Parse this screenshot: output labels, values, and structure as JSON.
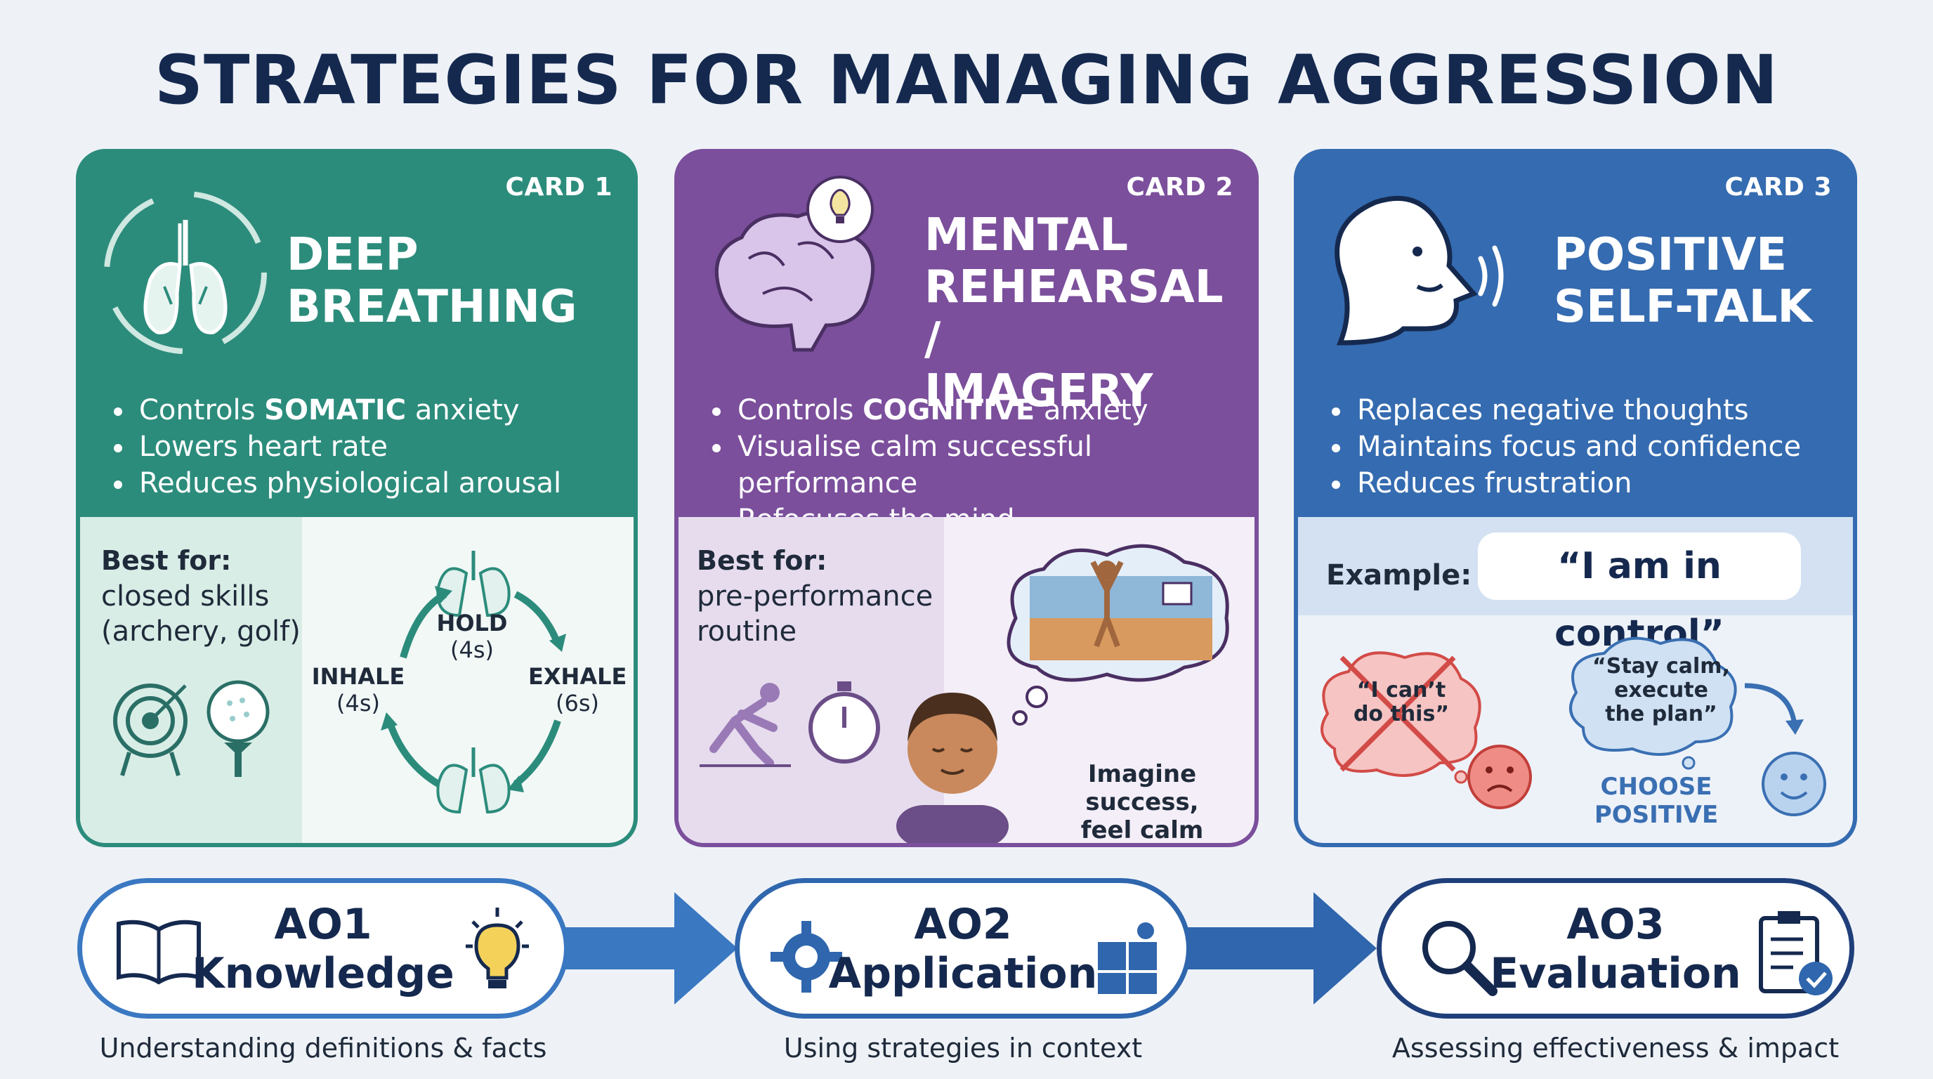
{
  "title": "STRATEGIES FOR MANAGING AGGRESSION",
  "cards": [
    {
      "label": "CARD 1",
      "title": "DEEP\nBREATHING",
      "bullets": [
        {
          "pre": "Controls ",
          "bold": "SOMATIC",
          "post": " anxiety"
        },
        {
          "pre": "Lowers heart rate",
          "bold": "",
          "post": ""
        },
        {
          "pre": "Reduces physiological arousal",
          "bold": "",
          "post": ""
        }
      ],
      "best_for_heading": "Best for:",
      "best_for_text": "closed skills\n(archery, golf)",
      "cycle": {
        "hold": "HOLD",
        "hold_time": "(4s)",
        "inhale": "INHALE",
        "inhale_time": "(4s)",
        "exhale": "EXHALE",
        "exhale_time": "(6s)"
      },
      "color": "#2c8c7c"
    },
    {
      "label": "CARD 2",
      "title": "MENTAL\nREHEARSAL /\nIMAGERY",
      "bullets": [
        {
          "pre": "Controls ",
          "bold": "COGNITIVE",
          "post": " anxiety"
        },
        {
          "pre": "Visualise calm successful performance",
          "bold": "",
          "post": ""
        },
        {
          "pre": "Refocuses the mind",
          "bold": "",
          "post": ""
        }
      ],
      "best_for_heading": "Best for:",
      "best_for_text": "pre-performance\nroutine",
      "caption": "Imagine success,\nfeel calm",
      "color": "#7b4f9c"
    },
    {
      "label": "CARD 3",
      "title": "POSITIVE\nSELF-TALK",
      "bullets": [
        {
          "pre": "Replaces negative thoughts",
          "bold": "",
          "post": ""
        },
        {
          "pre": "Maintains focus and confidence",
          "bold": "",
          "post": ""
        },
        {
          "pre": "Reduces frustration",
          "bold": "",
          "post": ""
        }
      ],
      "example_heading": "Example:",
      "example_quote": "“I am in control”",
      "negative_thought": "“I can’t\ndo this”",
      "positive_thought": "“Stay calm,\nexecute\nthe plan”",
      "choose_label": "CHOOSE\nPOSITIVE",
      "color": "#356bb0"
    }
  ],
  "assessment": [
    {
      "code": "AO1",
      "name": "Knowledge",
      "caption": "Understanding definitions & facts",
      "icons": [
        "book-icon",
        "lightbulb-icon"
      ]
    },
    {
      "code": "AO2",
      "name": "Application",
      "caption": "Using strategies in context",
      "icons": [
        "gear-icon",
        "puzzle-icon"
      ]
    },
    {
      "code": "AO3",
      "name": "Evaluation",
      "caption": "Assessing effectiveness & impact",
      "icons": [
        "magnifier-icon",
        "clipboard-check-icon"
      ]
    }
  ]
}
